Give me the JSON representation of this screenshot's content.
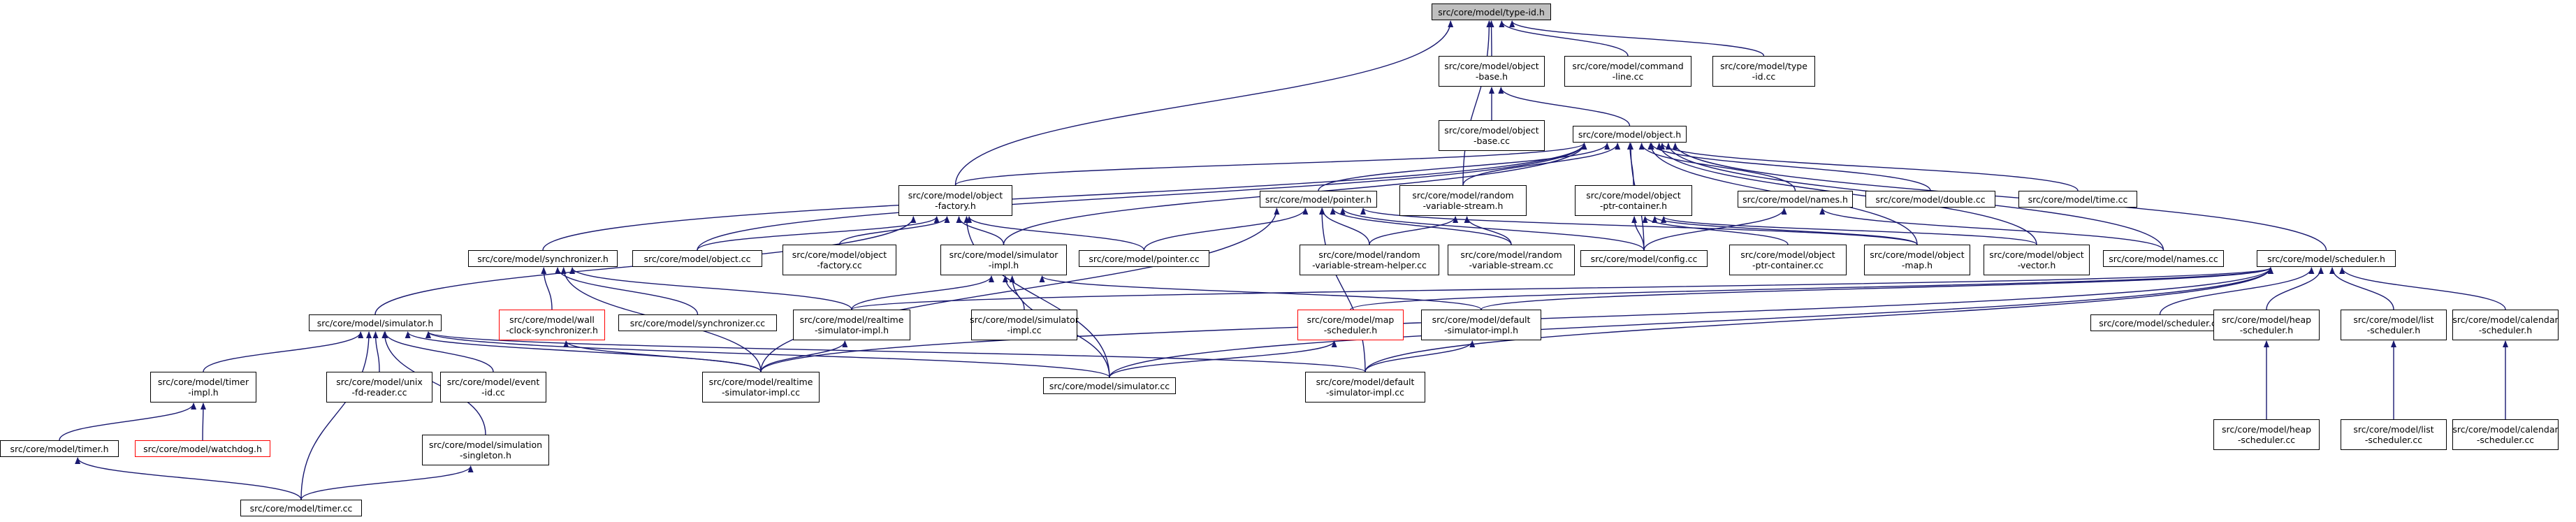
{
  "diagram": {
    "root": "n_typeid_h",
    "nodes": {
      "n_typeid_h": {
        "lines": [
          "src/core/model/type-id.h"
        ],
        "style": "root"
      },
      "n_objbase_h": {
        "lines": [
          "src/core/model/object",
          "-base.h"
        ]
      },
      "n_cmdline_cc": {
        "lines": [
          "src/core/model/command",
          "-line.cc"
        ]
      },
      "n_typeid_cc": {
        "lines": [
          "src/core/model/type",
          "-id.cc"
        ]
      },
      "n_objbase_cc": {
        "lines": [
          "src/core/model/object",
          "-base.cc"
        ]
      },
      "n_object_h": {
        "lines": [
          "src/core/model/object.h"
        ]
      },
      "n_objfactory_h": {
        "lines": [
          "src/core/model/object",
          "-factory.h"
        ]
      },
      "n_pointer_h": {
        "lines": [
          "src/core/model/pointer.h"
        ]
      },
      "n_rvs_h": {
        "lines": [
          "src/core/model/random",
          "-variable-stream.h"
        ]
      },
      "n_optrcont_h": {
        "lines": [
          "src/core/model/object",
          "-ptr-container.h"
        ]
      },
      "n_names_h": {
        "lines": [
          "src/core/model/names.h"
        ]
      },
      "n_double_cc": {
        "lines": [
          "src/core/model/double.cc"
        ]
      },
      "n_time_cc": {
        "lines": [
          "src/core/model/time.cc"
        ]
      },
      "n_sync_h": {
        "lines": [
          "src/core/model/synchronizer.h"
        ]
      },
      "n_object_cc": {
        "lines": [
          "src/core/model/object.cc"
        ]
      },
      "n_objfactory_cc": {
        "lines": [
          "src/core/model/object",
          "-factory.cc"
        ]
      },
      "n_simimpl_h": {
        "lines": [
          "src/core/model/simulator",
          "-impl.h"
        ]
      },
      "n_pointer_cc": {
        "lines": [
          "src/core/model/pointer.cc"
        ]
      },
      "n_rvshelper_cc": {
        "lines": [
          "src/core/model/random",
          "-variable-stream-helper.cc"
        ]
      },
      "n_rvs_cc": {
        "lines": [
          "src/core/model/random",
          "-variable-stream.cc"
        ]
      },
      "n_config_cc": {
        "lines": [
          "src/core/model/config.cc"
        ]
      },
      "n_optrcont_cc": {
        "lines": [
          "src/core/model/object",
          "-ptr-container.cc"
        ]
      },
      "n_objmap_h": {
        "lines": [
          "src/core/model/object",
          "-map.h"
        ]
      },
      "n_objvec_h": {
        "lines": [
          "src/core/model/object",
          "-vector.h"
        ]
      },
      "n_names_cc": {
        "lines": [
          "src/core/model/names.cc"
        ]
      },
      "n_scheduler_h": {
        "lines": [
          "src/core/model/scheduler.h"
        ]
      },
      "n_simulator_h": {
        "lines": [
          "src/core/model/simulator.h"
        ]
      },
      "n_wallclock_h": {
        "lines": [
          "src/core/model/wall",
          "-clock-synchronizer.h"
        ],
        "style": "red"
      },
      "n_sync_cc": {
        "lines": [
          "src/core/model/synchronizer.cc"
        ]
      },
      "n_rtsimimpl_h": {
        "lines": [
          "src/core/model/realtime",
          "-simulator-impl.h"
        ]
      },
      "n_simimpl_cc": {
        "lines": [
          "src/core/model/simulator",
          "-impl.cc"
        ]
      },
      "n_mapsched_h": {
        "lines": [
          "src/core/model/map",
          "-scheduler.h"
        ],
        "style": "red"
      },
      "n_defsimimpl_h": {
        "lines": [
          "src/core/model/default",
          "-simulator-impl.h"
        ]
      },
      "n_scheduler_cc": {
        "lines": [
          "src/core/model/scheduler.cc"
        ]
      },
      "n_heapsched_h": {
        "lines": [
          "src/core/model/heap",
          "-scheduler.h"
        ]
      },
      "n_listsched_h": {
        "lines": [
          "src/core/model/list",
          "-scheduler.h"
        ]
      },
      "n_calsched_h": {
        "lines": [
          "src/core/model/calendar",
          "-scheduler.h"
        ]
      },
      "n_timerimpl_h": {
        "lines": [
          "src/core/model/timer",
          "-impl.h"
        ]
      },
      "n_unixfd_cc": {
        "lines": [
          "src/core/model/unix",
          "-fd-reader.cc"
        ]
      },
      "n_eventid_cc": {
        "lines": [
          "src/core/model/event",
          "-id.cc"
        ]
      },
      "n_rtsimimpl_cc": {
        "lines": [
          "src/core/model/realtime",
          "-simulator-impl.cc"
        ]
      },
      "n_simulator_cc": {
        "lines": [
          "src/core/model/simulator.cc"
        ]
      },
      "n_defsimimpl_cc": {
        "lines": [
          "src/core/model/default",
          "-simulator-impl.cc"
        ]
      },
      "n_heapsched_cc": {
        "lines": [
          "src/core/model/heap",
          "-scheduler.cc"
        ]
      },
      "n_listsched_cc": {
        "lines": [
          "src/core/model/list",
          "-scheduler.cc"
        ]
      },
      "n_calsched_cc": {
        "lines": [
          "src/core/model/calendar",
          "-scheduler.cc"
        ]
      },
      "n_timer_h": {
        "lines": [
          "src/core/model/timer.h"
        ]
      },
      "n_watchdog_h": {
        "lines": [
          "src/core/model/watchdog.h"
        ],
        "style": "red"
      },
      "n_simsingleton_h": {
        "lines": [
          "src/core/model/simulation",
          "-singleton.h"
        ]
      },
      "n_timer_cc": {
        "lines": [
          "src/core/model/timer.cc"
        ]
      }
    },
    "edges": [
      [
        "n_objbase_h",
        "n_typeid_h"
      ],
      [
        "n_cmdline_cc",
        "n_typeid_h"
      ],
      [
        "n_typeid_cc",
        "n_typeid_h"
      ],
      [
        "n_objfactory_h",
        "n_typeid_h"
      ],
      [
        "n_rvs_h",
        "n_typeid_h"
      ],
      [
        "n_objbase_cc",
        "n_objbase_h"
      ],
      [
        "n_object_h",
        "n_objbase_h"
      ],
      [
        "n_objfactory_h",
        "n_object_h"
      ],
      [
        "n_pointer_h",
        "n_object_h"
      ],
      [
        "n_rvs_h",
        "n_object_h"
      ],
      [
        "n_optrcont_h",
        "n_object_h"
      ],
      [
        "n_names_h",
        "n_object_h"
      ],
      [
        "n_double_cc",
        "n_object_h"
      ],
      [
        "n_time_cc",
        "n_object_h"
      ],
      [
        "n_sync_h",
        "n_object_h"
      ],
      [
        "n_object_cc",
        "n_object_h"
      ],
      [
        "n_simimpl_h",
        "n_object_h"
      ],
      [
        "n_config_cc",
        "n_object_h"
      ],
      [
        "n_objmap_h",
        "n_object_h"
      ],
      [
        "n_objvec_h",
        "n_object_h"
      ],
      [
        "n_names_cc",
        "n_object_h"
      ],
      [
        "n_scheduler_h",
        "n_object_h"
      ],
      [
        "n_object_cc",
        "n_objfactory_h"
      ],
      [
        "n_objfactory_cc",
        "n_objfactory_h"
      ],
      [
        "n_simimpl_h",
        "n_objfactory_h"
      ],
      [
        "n_pointer_cc",
        "n_objfactory_h"
      ],
      [
        "n_simulator_h",
        "n_objfactory_h"
      ],
      [
        "n_simulator_cc",
        "n_objfactory_h"
      ],
      [
        "n_pointer_cc",
        "n_pointer_h"
      ],
      [
        "n_rvshelper_cc",
        "n_pointer_h"
      ],
      [
        "n_rvs_cc",
        "n_pointer_h"
      ],
      [
        "n_config_cc",
        "n_pointer_h"
      ],
      [
        "n_objmap_h",
        "n_pointer_h"
      ],
      [
        "n_rtsimimpl_cc",
        "n_pointer_h"
      ],
      [
        "n_defsimimpl_cc",
        "n_pointer_h"
      ],
      [
        "n_rvshelper_cc",
        "n_rvs_h"
      ],
      [
        "n_rvs_cc",
        "n_rvs_h"
      ],
      [
        "n_config_cc",
        "n_optrcont_h"
      ],
      [
        "n_optrcont_cc",
        "n_optrcont_h"
      ],
      [
        "n_objmap_h",
        "n_optrcont_h"
      ],
      [
        "n_objvec_h",
        "n_optrcont_h"
      ],
      [
        "n_config_cc",
        "n_names_h"
      ],
      [
        "n_names_cc",
        "n_names_h"
      ],
      [
        "n_sync_cc",
        "n_sync_h"
      ],
      [
        "n_wallclock_h",
        "n_sync_h"
      ],
      [
        "n_rtsimimpl_h",
        "n_sync_h"
      ],
      [
        "n_rtsimimpl_cc",
        "n_sync_h"
      ],
      [
        "n_rtsimimpl_h",
        "n_simimpl_h"
      ],
      [
        "n_simimpl_cc",
        "n_simimpl_h"
      ],
      [
        "n_defsimimpl_h",
        "n_simimpl_h"
      ],
      [
        "n_simulator_cc",
        "n_simimpl_h"
      ],
      [
        "n_scheduler_cc",
        "n_scheduler_h"
      ],
      [
        "n_mapsched_h",
        "n_scheduler_h"
      ],
      [
        "n_heapsched_h",
        "n_scheduler_h"
      ],
      [
        "n_listsched_h",
        "n_scheduler_h"
      ],
      [
        "n_calsched_h",
        "n_scheduler_h"
      ],
      [
        "n_defsimimpl_h",
        "n_scheduler_h"
      ],
      [
        "n_rtsimimpl_h",
        "n_scheduler_h"
      ],
      [
        "n_simulator_cc",
        "n_scheduler_h"
      ],
      [
        "n_rtsimimpl_cc",
        "n_scheduler_h"
      ],
      [
        "n_defsimimpl_cc",
        "n_scheduler_h"
      ],
      [
        "n_timerimpl_h",
        "n_simulator_h"
      ],
      [
        "n_unixfd_cc",
        "n_simulator_h"
      ],
      [
        "n_eventid_cc",
        "n_simulator_h"
      ],
      [
        "n_rtsimimpl_cc",
        "n_simulator_h"
      ],
      [
        "n_simulator_cc",
        "n_simulator_h"
      ],
      [
        "n_simsingleton_h",
        "n_simulator_h"
      ],
      [
        "n_defsimimpl_cc",
        "n_simulator_h"
      ],
      [
        "n_timer_cc",
        "n_simulator_h"
      ],
      [
        "n_rtsimimpl_cc",
        "n_wallclock_h"
      ],
      [
        "n_rtsimimpl_cc",
        "n_rtsimimpl_h"
      ],
      [
        "n_simulator_cc",
        "n_mapsched_h"
      ],
      [
        "n_defsimimpl_cc",
        "n_defsimimpl_h"
      ],
      [
        "n_heapsched_cc",
        "n_heapsched_h"
      ],
      [
        "n_listsched_cc",
        "n_listsched_h"
      ],
      [
        "n_calsched_cc",
        "n_calsched_h"
      ],
      [
        "n_timer_h",
        "n_timerimpl_h"
      ],
      [
        "n_watchdog_h",
        "n_timerimpl_h"
      ],
      [
        "n_timer_cc",
        "n_timer_h"
      ],
      [
        "n_timer_cc",
        "n_simsingleton_h"
      ]
    ]
  }
}
